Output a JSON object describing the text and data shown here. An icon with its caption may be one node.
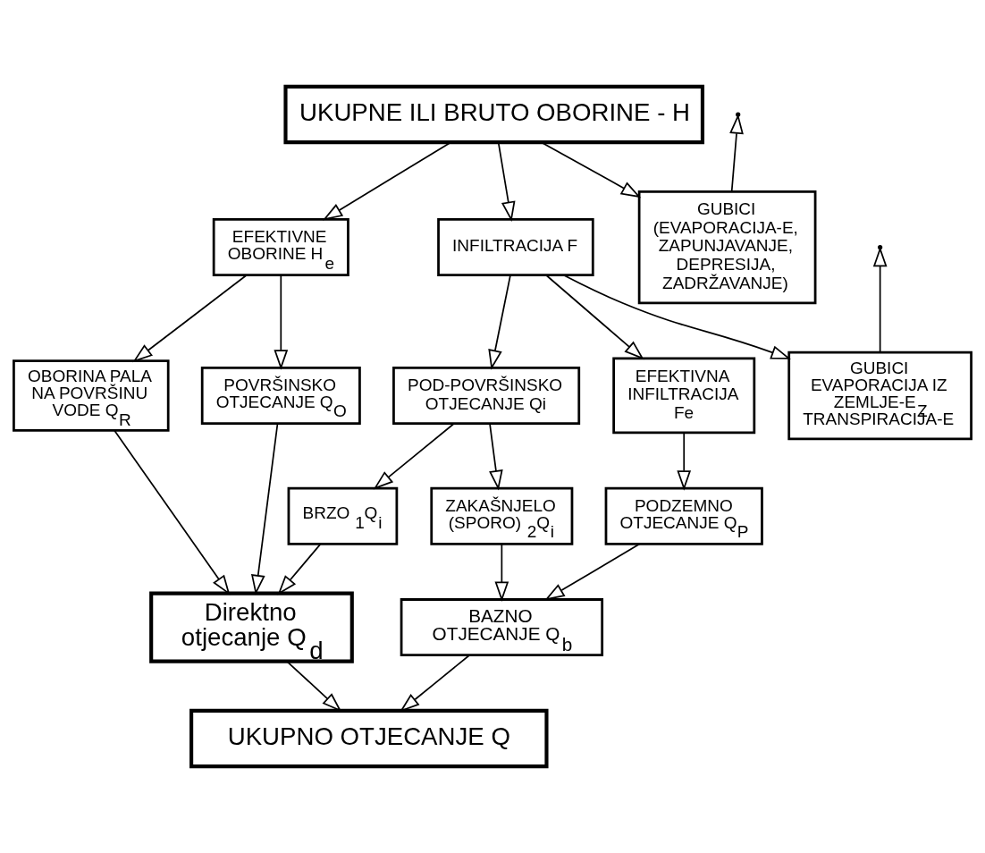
{
  "diagram": {
    "nodes": [
      {
        "text": [
          "UKUPNE ILI BRUTO OBORINE - H"
        ]
      },
      {
        "text": [
          "EFEKTIVNE OBORINE H$_{e}$"
        ]
      },
      {
        "text": [
          "INFILTRACIJA F"
        ]
      },
      {
        "text": [
          "GUBICI (EVAPORACIJA-E, ZAPUNJAVANJE, DEPRESIJA, ZADRŽAVANJE)"
        ]
      },
      {
        "text": [
          "OBORINA PALA NA POVRŠINU VODE Q$_{R}$"
        ]
      },
      {
        "text": [
          "POVRŠINSKO OTJECANJE Q$_{O}$"
        ]
      },
      {
        "text": [
          "POD-POVRŠINSKO OTJECANJE Qi"
        ]
      },
      {
        "text": [
          "EFEKTIVNA INFILTRACIJA Fe"
        ]
      },
      {
        "text": [
          "GUBICI EVAPORACIJA IZ ZEMLJE-E$_{Z}$ TRANSPIRACIJA-E"
        ]
      },
      {
        "text": [
          "BRZO $_{1}$Q$_{i}$"
        ]
      },
      {
        "text": [
          "ZAKAŠNJELO (SPORO) $_{2}$Q$_{i}$"
        ]
      },
      {
        "text": [
          "PODZEMNO OTJECANJE Q$_{P}$"
        ]
      },
      {
        "text": [
          "Direktno otjecanje Q$_{d}$"
        ]
      },
      {
        "text": [
          "BAZNO OTJECANJE Q$_{b}$"
        ]
      },
      {
        "text": [
          "UKUPNO OTJECANJE Q"
        ]
      }
    ],
    "edges": [
      {
        "from": 0,
        "to": 1,
        "arrow": "to"
      },
      {
        "from": 0,
        "to": 2,
        "arrow": "to"
      },
      {
        "from": 0,
        "to": 3,
        "arrow": "to"
      },
      {
        "from": 3,
        "to": null,
        "arrow": "to"
      },
      {
        "from": 1,
        "to": 4,
        "arrow": "to"
      },
      {
        "from": 1,
        "to": 5,
        "arrow": "to"
      },
      {
        "from": 2,
        "to": 6,
        "arrow": "to"
      },
      {
        "from": 2,
        "to": 7,
        "arrow": "to"
      },
      {
        "from": 2,
        "to": 8,
        "arrow": "to"
      },
      {
        "from": 8,
        "to": null,
        "arrow": "to"
      },
      {
        "from": 6,
        "to": 9,
        "arrow": "to"
      },
      {
        "from": 6,
        "to": 10,
        "arrow": "to"
      },
      {
        "from": 7,
        "to": 11,
        "arrow": "to"
      },
      {
        "from": 4,
        "to": 12,
        "arrow": "to"
      },
      {
        "from": 5,
        "to": 12,
        "arrow": "to"
      },
      {
        "from": 9,
        "to": 12,
        "arrow": "to"
      },
      {
        "from": 10,
        "to": 13,
        "arrow": "to"
      },
      {
        "from": 11,
        "to": 13,
        "arrow": "to"
      },
      {
        "from": 12,
        "to": 14,
        "arrow": "to"
      },
      {
        "from": 13,
        "to": 14,
        "arrow": "to"
      }
    ]
  }
}
